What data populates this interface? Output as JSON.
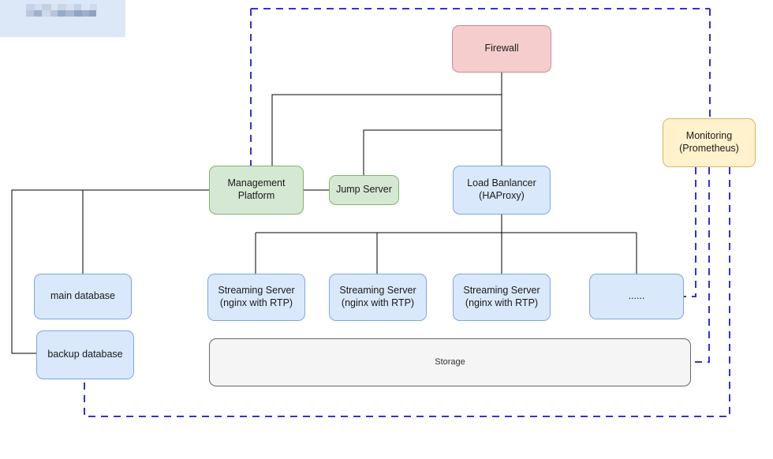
{
  "diagram": {
    "title": "Streaming platform architecture diagram",
    "colors": {
      "firewall_fill": "#f5cdcd",
      "firewall_stroke": "#c48f8f",
      "green_fill": "#d5e8d4",
      "green_stroke": "#82b366",
      "blue_fill": "#dae8fc",
      "blue_stroke": "#7ea6e0",
      "yellow_fill": "#fff2cc",
      "yellow_stroke": "#d6b656",
      "storage_fill": "#f5f5f5",
      "storage_stroke": "#666666",
      "solid_link": "#000000",
      "dashed_link": "#3333cc",
      "redacted_panel": "#dce7f7"
    },
    "nodes": {
      "firewall": {
        "label": "Firewall"
      },
      "management_platform": {
        "label": "Management\nPlatform"
      },
      "jump_server": {
        "label": "Jump Server"
      },
      "load_balancer": {
        "label": "Load Banlancer\n(HAProxy)"
      },
      "monitoring": {
        "label": "Monitoring\n(Prometheus)"
      },
      "main_database": {
        "label": "main database"
      },
      "backup_database": {
        "label": "backup database"
      },
      "streaming_server_1": {
        "label": "Streaming Server\n(nginx with RTP)"
      },
      "streaming_server_2": {
        "label": "Streaming Server\n(nginx with RTP)"
      },
      "streaming_server_3": {
        "label": "Streaming Server\n(nginx with RTP)"
      },
      "streaming_server_more": {
        "label": "......"
      },
      "storage": {
        "label": "Storage"
      }
    },
    "redacted_label": ""
  }
}
